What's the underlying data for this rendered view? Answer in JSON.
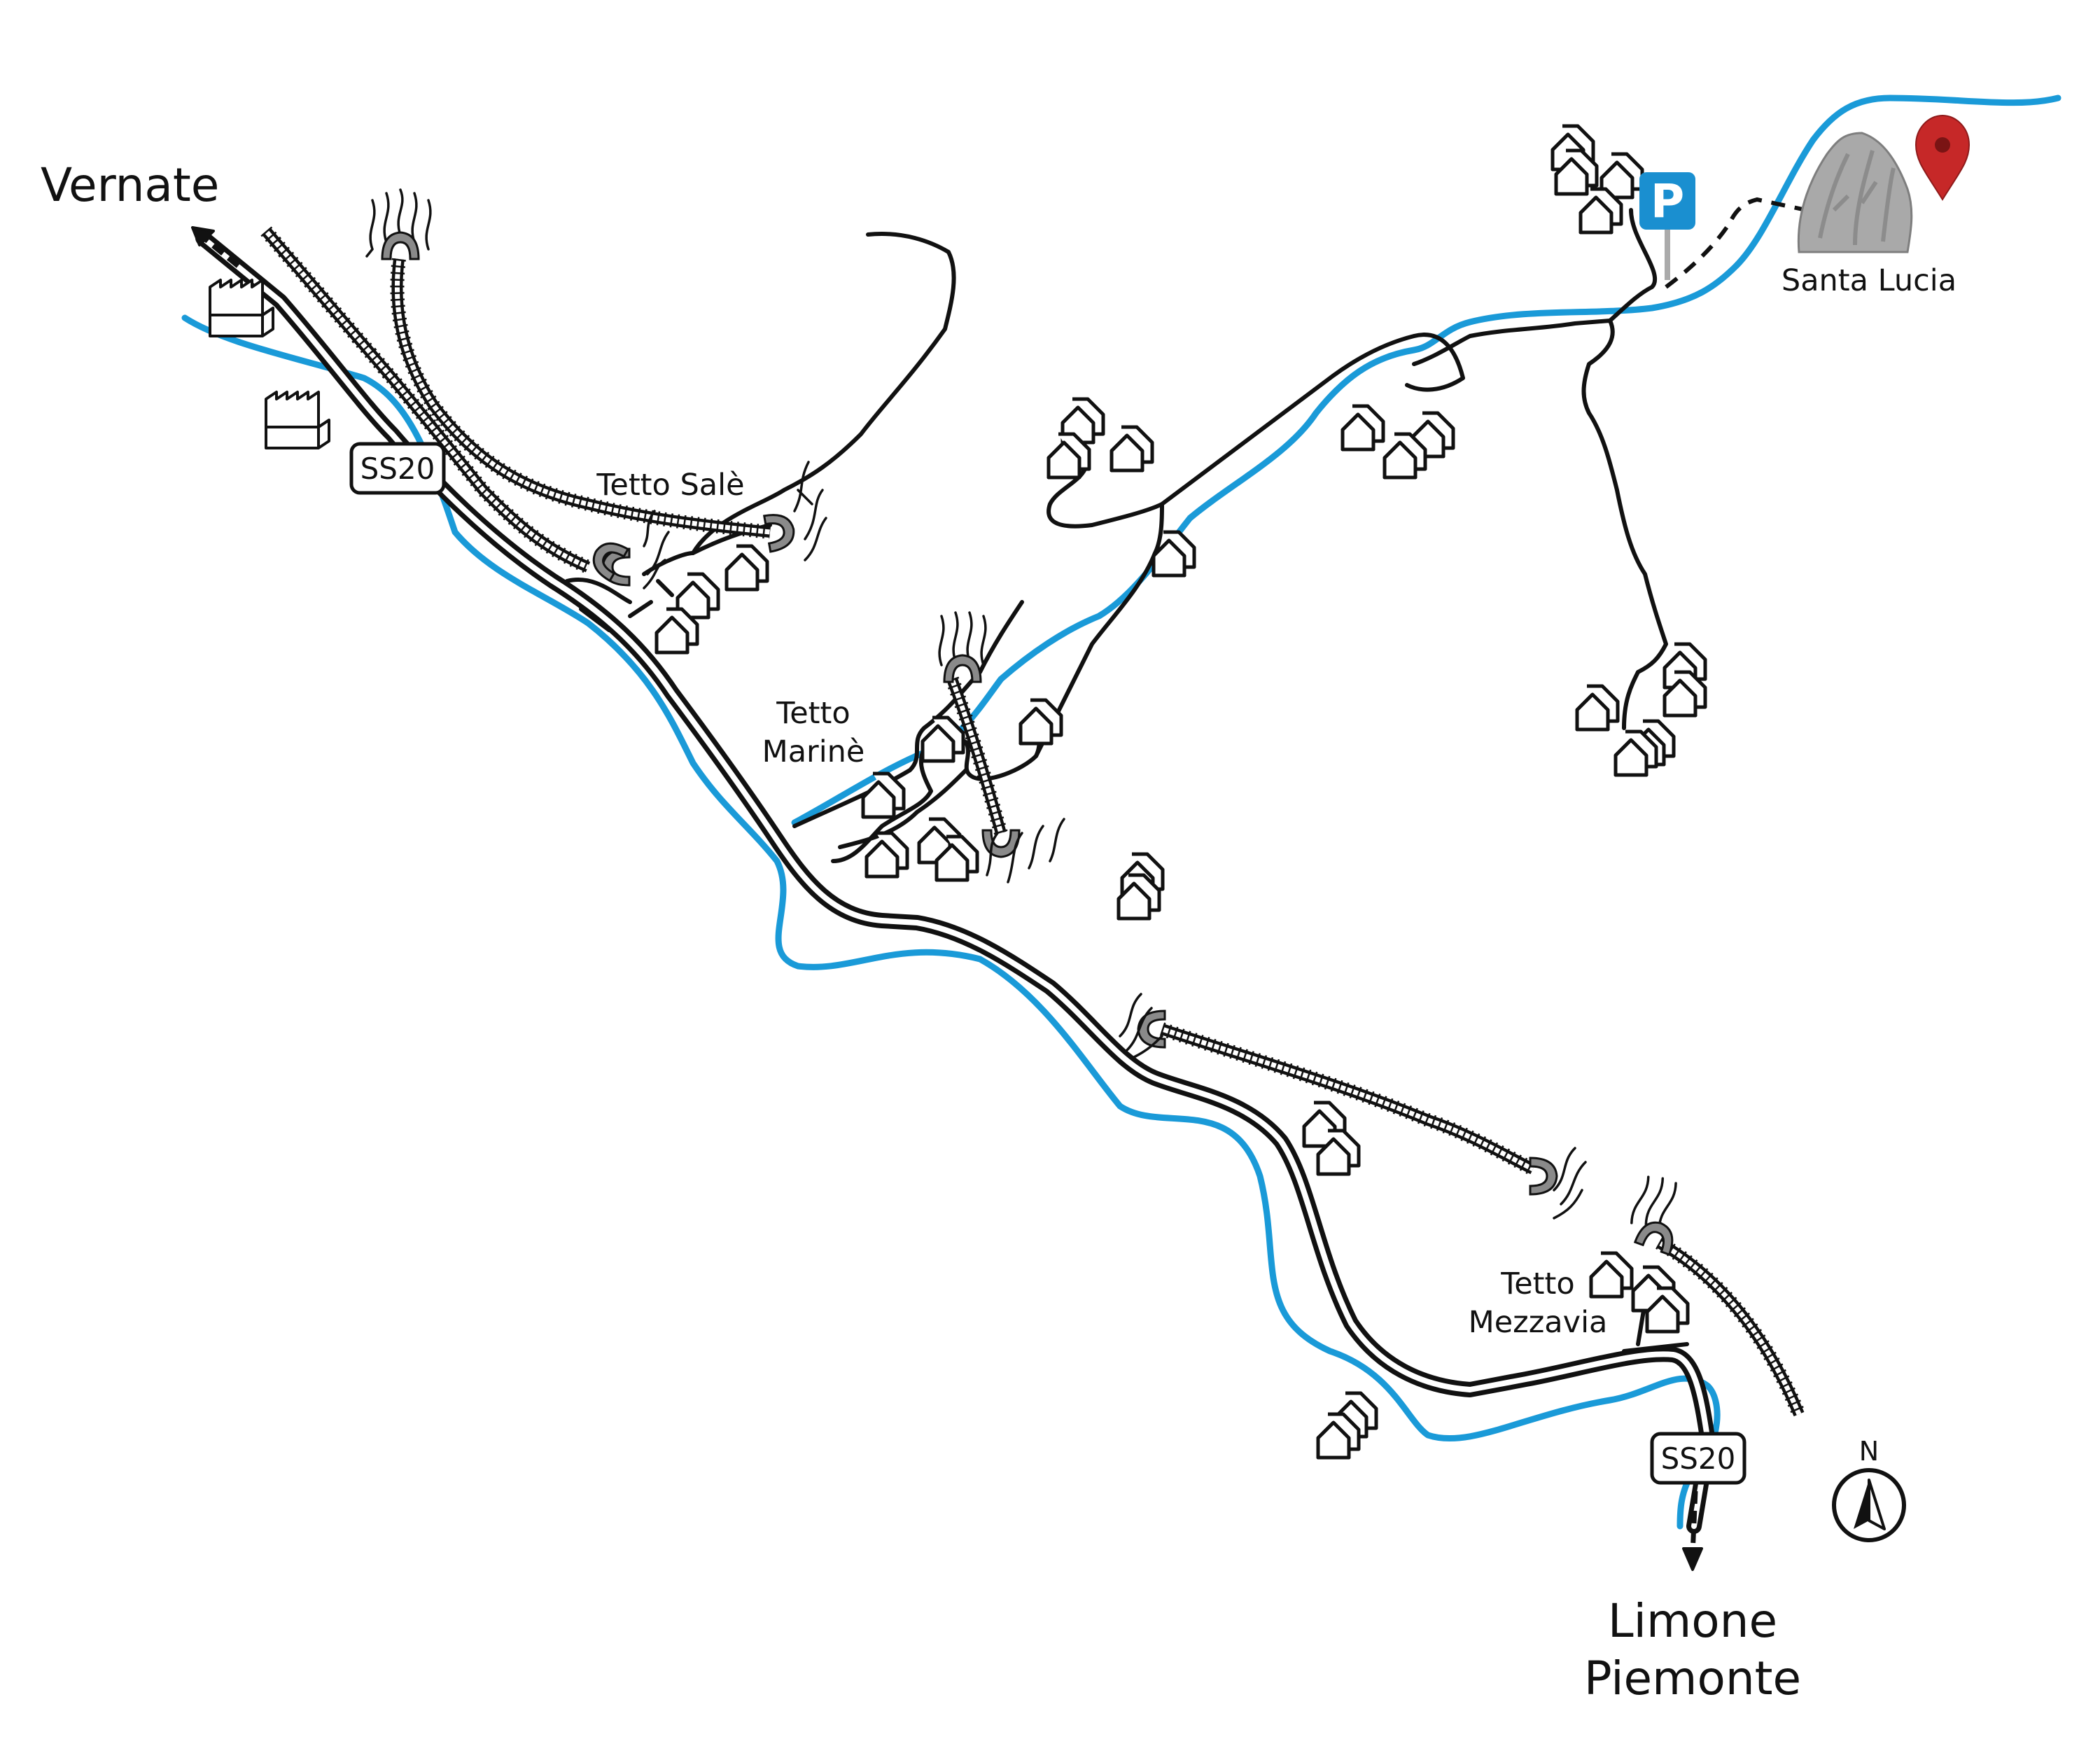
{
  "map": {
    "places": {
      "vernate": "Vernate",
      "santa_lucia": "Santa Lucia",
      "tetto_sale": "Tetto Salè",
      "tetto_marine_1": "Tetto",
      "tetto_marine_2": "Marinè",
      "tetto_mezzavia_1": "Tetto",
      "tetto_mezzavia_2": "Mezzavia",
      "limone_1": "Limone",
      "limone_2": "Piemonte"
    },
    "road_signs": {
      "top": "SS20",
      "bottom": "SS20"
    },
    "parking": "P",
    "compass": "N",
    "colors": {
      "river": "#1a9ad8",
      "parking": "#1a8fd0",
      "marker": "#c62828",
      "tunnel": "#8a8a8a",
      "rock": "#a9a9a9"
    },
    "icons": [
      "factory-icon",
      "house-icon",
      "tunnel-portal-icon",
      "railway-icon",
      "parking-icon",
      "location-pin-icon",
      "rock-icon",
      "compass-icon",
      "arrow-icon"
    ]
  }
}
